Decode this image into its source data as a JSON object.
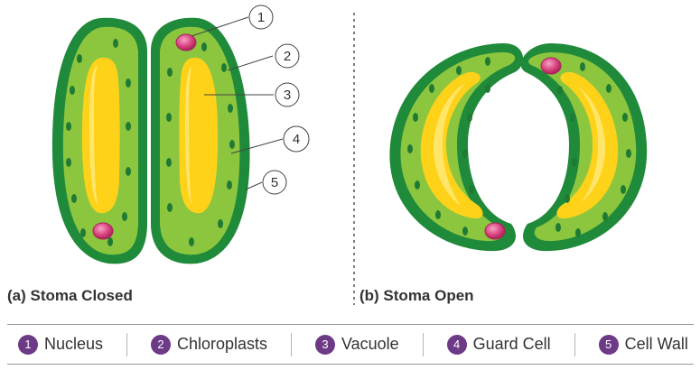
{
  "captions": {
    "closed": "(a) Stoma Closed",
    "open": "(b) Stoma Open"
  },
  "callouts": [
    "1",
    "2",
    "3",
    "4",
    "5"
  ],
  "legend": [
    {
      "number": "1",
      "label": "Nucleus"
    },
    {
      "number": "2",
      "label": "Chloroplasts"
    },
    {
      "number": "3",
      "label": "Vacuole"
    },
    {
      "number": "4",
      "label": "Guard Cell"
    },
    {
      "number": "5",
      "label": "Cell Wall"
    }
  ],
  "colors": {
    "cell_wall": "#1f8a3a",
    "guard_cell": "#8cc63f",
    "chloroplast": "#1f7a34",
    "vacuole": "#ffd21a",
    "nucleus": "#d9447f",
    "badge": "#6d3a86"
  }
}
